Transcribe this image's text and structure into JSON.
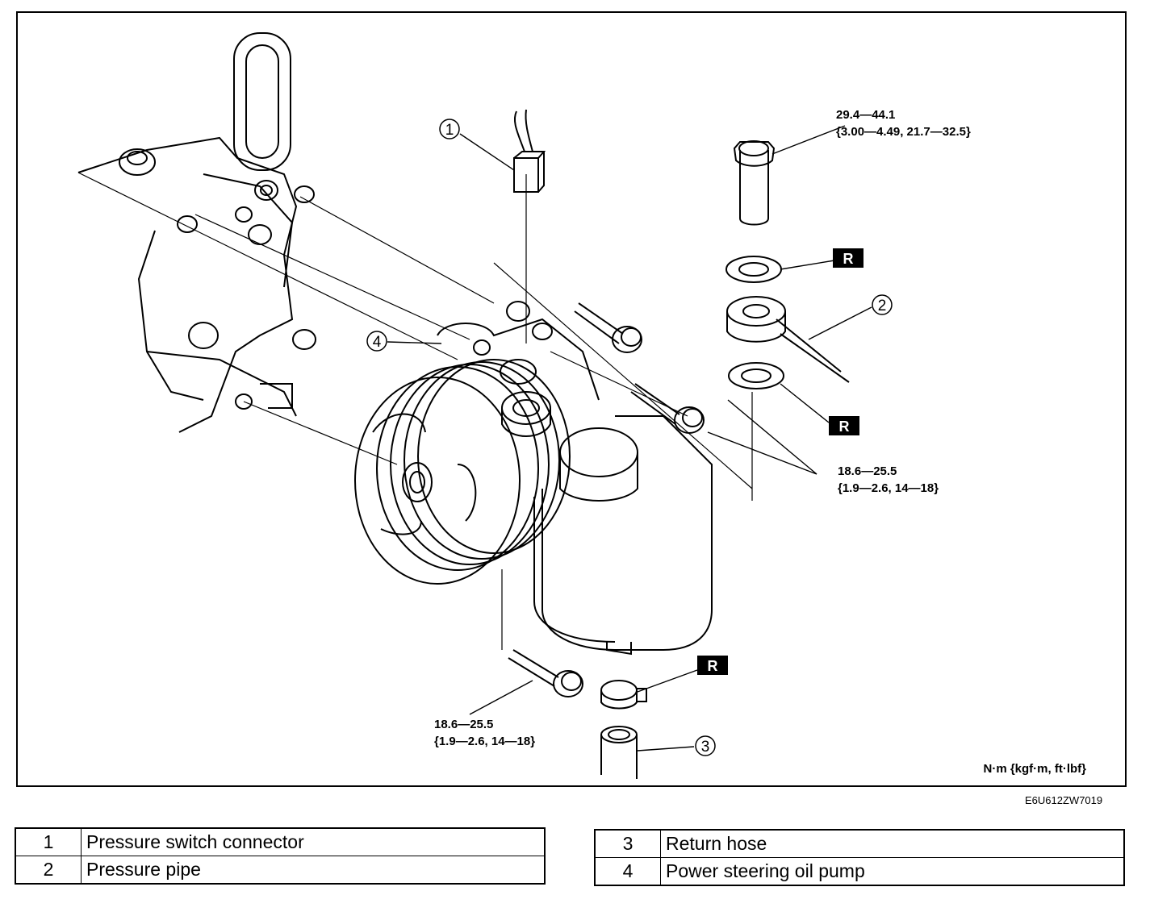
{
  "figure": {
    "callouts": {
      "c1": "1",
      "c2": "2",
      "c3": "3",
      "c4": "4"
    },
    "replace_tag": "R",
    "torque_specs": {
      "top_right": {
        "line1": "29.4—44.1",
        "line2": "{3.00—4.49, 21.7—32.5}"
      },
      "middle_right": {
        "line1": "18.6—25.5",
        "line2": "{1.9—2.6, 14—18}"
      },
      "bottom_left": {
        "line1": "18.6—25.5",
        "line2": "{1.9—2.6, 14—18}"
      }
    },
    "units": "N·m {kgf·m, ft·lbf}"
  },
  "figure_code": "E6U612ZW7019",
  "legend": {
    "left": [
      {
        "num": "1",
        "label": "Pressure switch connector"
      },
      {
        "num": "2",
        "label": "Pressure pipe"
      }
    ],
    "right": [
      {
        "num": "3",
        "label": "Return hose"
      },
      {
        "num": "4",
        "label": "Power steering oil pump"
      }
    ]
  }
}
